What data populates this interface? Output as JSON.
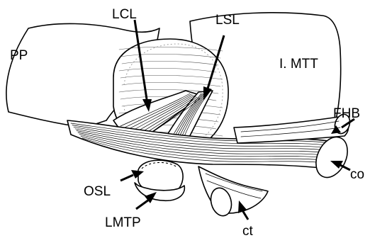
{
  "labels": {
    "pp": "PP",
    "lcl": "LCL",
    "lsl": "LSL",
    "mtt": "I. MTT",
    "fhb": "FHB",
    "co": "co",
    "osl": "OSL",
    "lmtp": "LMTP",
    "ct": "ct"
  }
}
